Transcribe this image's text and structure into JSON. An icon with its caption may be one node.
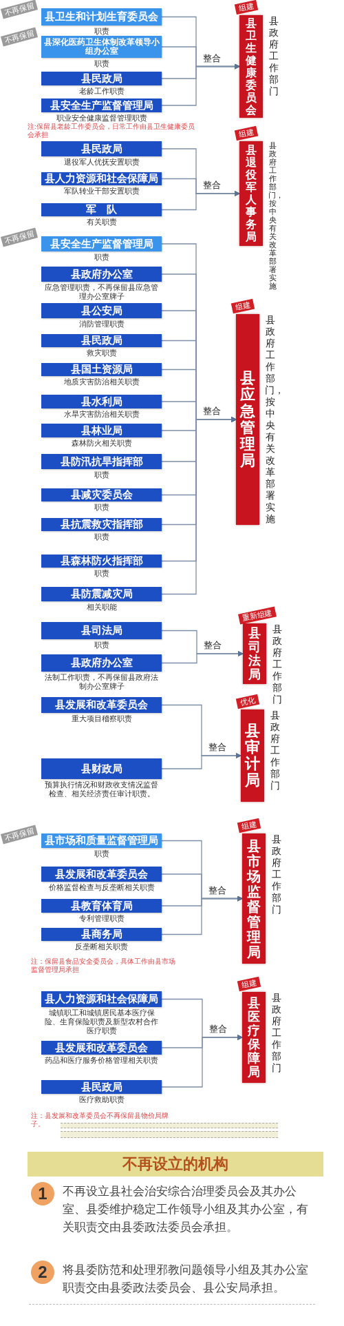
{
  "diagram": {
    "nodes": [
      {
        "text": [
          "县卫生和计划生育委员会"
        ],
        "beside": [
          "不再保留",
          "职责"
        ]
      },
      {
        "text": [
          "县深化医药卫生体制改革领导小组办公室"
        ],
        "beside": [
          "不再保留",
          "职责"
        ]
      },
      {
        "text": [
          "县民政局"
        ],
        "beside": [
          "老龄工作职责"
        ]
      },
      {
        "text": [
          "县安全生产监督管理局"
        ],
        "beside": [
          "职业安全健康监督管理职责"
        ]
      },
      {
        "text": [
          "县卫生健康委员会"
        ],
        "beside": [
          "组建",
          "县政府工作部门"
        ]
      },
      {
        "text": [
          "县民政局"
        ],
        "beside": [
          "退役军人优抚安置职责"
        ]
      },
      {
        "text": [
          "县人力资源和社会保障局"
        ],
        "beside": [
          "军队转业干部安置职责"
        ]
      },
      {
        "text": [
          "军　队"
        ],
        "beside": [
          "有关职责"
        ]
      },
      {
        "text": [
          "县退役军人事务局"
        ],
        "beside": [
          "组建",
          "县政府工作部门，按中央有关改革部署实施"
        ]
      },
      {
        "text": [
          "县安全生产监督管理局"
        ],
        "beside": [
          "不再保留",
          "职责"
        ]
      },
      {
        "text": [
          "县政府办公室"
        ],
        "beside": [
          "应急管理职责，不再保留县应急管理办公室牌子"
        ]
      },
      {
        "text": [
          "县公安局"
        ],
        "beside": [
          "消防管理职责"
        ]
      },
      {
        "text": [
          "县民政局"
        ],
        "beside": [
          "救灾职责"
        ]
      },
      {
        "text": [
          "县国土资源局"
        ],
        "beside": [
          "地质灾害防治相关职责"
        ]
      },
      {
        "text": [
          "县水利局"
        ],
        "beside": [
          "水旱灾害防治相关职责"
        ]
      },
      {
        "text": [
          "县林业局"
        ],
        "beside": [
          "森林防火相关职责"
        ]
      },
      {
        "text": [
          "县防汛抗旱指挥部"
        ],
        "beside": [
          "职责"
        ]
      },
      {
        "text": [
          "县减灾委员会"
        ],
        "beside": [
          "职责"
        ]
      },
      {
        "text": [
          "县抗震救灾指挥部"
        ],
        "beside": [
          "职责"
        ]
      },
      {
        "text": [
          "县森林防火指挥部"
        ],
        "beside": [
          "职责"
        ]
      },
      {
        "text": [
          "县防震减灾局"
        ],
        "beside": [
          "相关职能"
        ]
      },
      {
        "text": [
          "县应急管理局"
        ],
        "beside": [
          "组建",
          "县政府工作部门，按中央有关改革部署实施"
        ]
      },
      {
        "text": [
          "县司法局"
        ],
        "beside": [
          "职责"
        ]
      },
      {
        "text": [
          "县政府办公室"
        ],
        "beside": [
          "法制工作职责，不再保留县政府法制办公室牌子"
        ]
      },
      {
        "text": [
          "县司法局"
        ],
        "beside": [
          "重新组建",
          "县政府工作部门"
        ]
      },
      {
        "text": [
          "县发展和改革委员会"
        ],
        "beside": [
          "重大项目稽察职责"
        ]
      },
      {
        "text": [
          "县财政局"
        ],
        "beside": [
          "预算执行情况和财政收支情况监督检查、相关经济责任审计职责。"
        ]
      },
      {
        "text": [
          "县审计局"
        ],
        "beside": [
          "优化",
          "县政府工作部门"
        ]
      },
      {
        "text": [
          "县市场和质量监督管理局"
        ],
        "beside": [
          "不再保留",
          "职责"
        ]
      },
      {
        "text": [
          "县发展和改革委员会"
        ],
        "beside": [
          "价格监督检查与反垄断相关职责"
        ]
      },
      {
        "text": [
          "县教育体育局"
        ],
        "beside": [
          "专利管理职责"
        ]
      },
      {
        "text": [
          "县商务局"
        ],
        "beside": [
          "反垄断相关职责"
        ]
      },
      {
        "text": [
          "县市场监督管理局"
        ],
        "beside": [
          "组建",
          "县政府工作部门"
        ]
      },
      {
        "text": [
          "县人力资源和社会保障局"
        ],
        "beside": [
          "城镇职工和城镇居民基本医疗保险、生育保险职责及新型农村合作医疗职责"
        ]
      },
      {
        "text": [
          "县发展和改革委员会"
        ],
        "beside": [
          "药品和医疗服务价格管理相关职责"
        ]
      },
      {
        "text": [
          "县民政局"
        ],
        "beside": [
          "医疗救助职责"
        ]
      },
      {
        "text": [
          "县医疗保障局"
        ],
        "beside": [
          "组建",
          "县政府工作部门"
        ]
      },
      {
        "text": [
          "不再设立的机构"
        ]
      },
      {
        "text": [
          "1"
        ],
        "beside": [
          "不再设立县社会治安综合治理委员会及其办公室、县委维护稳定工作领导小组及其办公室，有关职责交由县委政法委员会承担。"
        ]
      },
      {
        "text": [
          "2"
        ],
        "beside": [
          "将县委防范和处理邪教问题领导小组及其办公室职责交由县委政法委员会、县公安局承担。"
        ]
      }
    ],
    "edges": [
      {
        "from": 0,
        "to": 4,
        "arrow": "to",
        "label": "整合"
      },
      {
        "from": 1,
        "to": 4,
        "arrow": "to"
      },
      {
        "from": 2,
        "to": 4,
        "arrow": "to"
      },
      {
        "from": 3,
        "to": 4,
        "arrow": "to"
      },
      {
        "from": 5,
        "to": 8,
        "arrow": "to",
        "label": "整合"
      },
      {
        "from": 6,
        "to": 8,
        "arrow": "to"
      },
      {
        "from": 7,
        "to": 8,
        "arrow": "to"
      },
      {
        "from": 9,
        "to": 21,
        "arrow": "to",
        "label": "整合"
      },
      {
        "from": 10,
        "to": 21,
        "arrow": "to"
      },
      {
        "from": 11,
        "to": 21,
        "arrow": "to"
      },
      {
        "from": 12,
        "to": 21,
        "arrow": "to"
      },
      {
        "from": 13,
        "to": 21,
        "arrow": "to"
      },
      {
        "from": 14,
        "to": 21,
        "arrow": "to"
      },
      {
        "from": 15,
        "to": 21,
        "arrow": "to"
      },
      {
        "from": 16,
        "to": 21,
        "arrow": "to"
      },
      {
        "from": 17,
        "to": 21,
        "arrow": "to"
      },
      {
        "from": 18,
        "to": 21,
        "arrow": "to"
      },
      {
        "from": 19,
        "to": 21,
        "arrow": "to"
      },
      {
        "from": 20,
        "to": 21,
        "arrow": "to"
      },
      {
        "from": 22,
        "to": 24,
        "arrow": "to",
        "label": "整合"
      },
      {
        "from": 23,
        "to": 24,
        "arrow": "to"
      },
      {
        "from": 25,
        "to": 27,
        "arrow": "to",
        "label": "整合"
      },
      {
        "from": 26,
        "to": 27,
        "arrow": "to"
      },
      {
        "from": 28,
        "to": 32,
        "arrow": "to",
        "label": "整合"
      },
      {
        "from": 29,
        "to": 32,
        "arrow": "to"
      },
      {
        "from": 30,
        "to": 32,
        "arrow": "to"
      },
      {
        "from": 31,
        "to": 32,
        "arrow": "to"
      },
      {
        "from": 33,
        "to": 36,
        "arrow": "to",
        "label": "整合"
      },
      {
        "from": 34,
        "to": 36,
        "arrow": "to"
      },
      {
        "from": 35,
        "to": 36,
        "arrow": "to"
      }
    ],
    "labels": [
      "注:保留县老龄工作委员会，日常工作由县卫生健康委员会承担",
      "注：保留县食品安全委员会，具体工作由县市场监督管理局承担",
      "注：县发展和改革委员会不再保留县物价局牌子。"
    ]
  }
}
